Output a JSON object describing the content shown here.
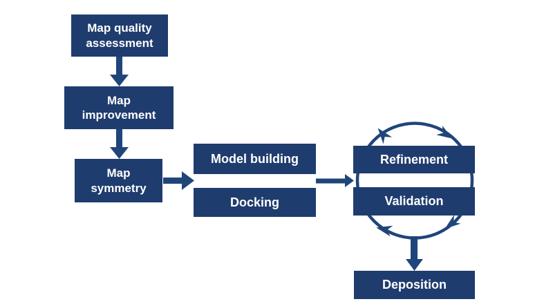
{
  "colors": {
    "background": "#ffffff",
    "node_fill": "#1f3c6e",
    "connector": "#20457a",
    "node_text": "#ffffff"
  },
  "nodes": [
    {
      "id": "map-quality-assessment",
      "label": "Map quality\nassessment"
    },
    {
      "id": "map-improvement",
      "label": "Map\nimprovement"
    },
    {
      "id": "map-symmetry",
      "label": "Map\nsymmetry"
    },
    {
      "id": "model-building",
      "label": "Model building"
    },
    {
      "id": "docking",
      "label": "Docking"
    },
    {
      "id": "refinement",
      "label": "Refinement"
    },
    {
      "id": "validation",
      "label": "Validation"
    },
    {
      "id": "deposition",
      "label": "Deposition"
    }
  ],
  "edges": [
    {
      "from": "map-quality-assessment",
      "to": "map-improvement",
      "style": "block-arrow-down"
    },
    {
      "from": "map-improvement",
      "to": "map-symmetry",
      "style": "block-arrow-down"
    },
    {
      "from": "map-symmetry",
      "to": "model-building+docking",
      "style": "block-arrow-right"
    },
    {
      "from": "model-building+docking",
      "to": "refinement+validation",
      "style": "arrow-right"
    },
    {
      "from": "refinement",
      "to": "validation",
      "style": "circular-cycle-both-directions"
    },
    {
      "from": "refinement+validation",
      "to": "deposition",
      "style": "block-arrow-down"
    }
  ]
}
